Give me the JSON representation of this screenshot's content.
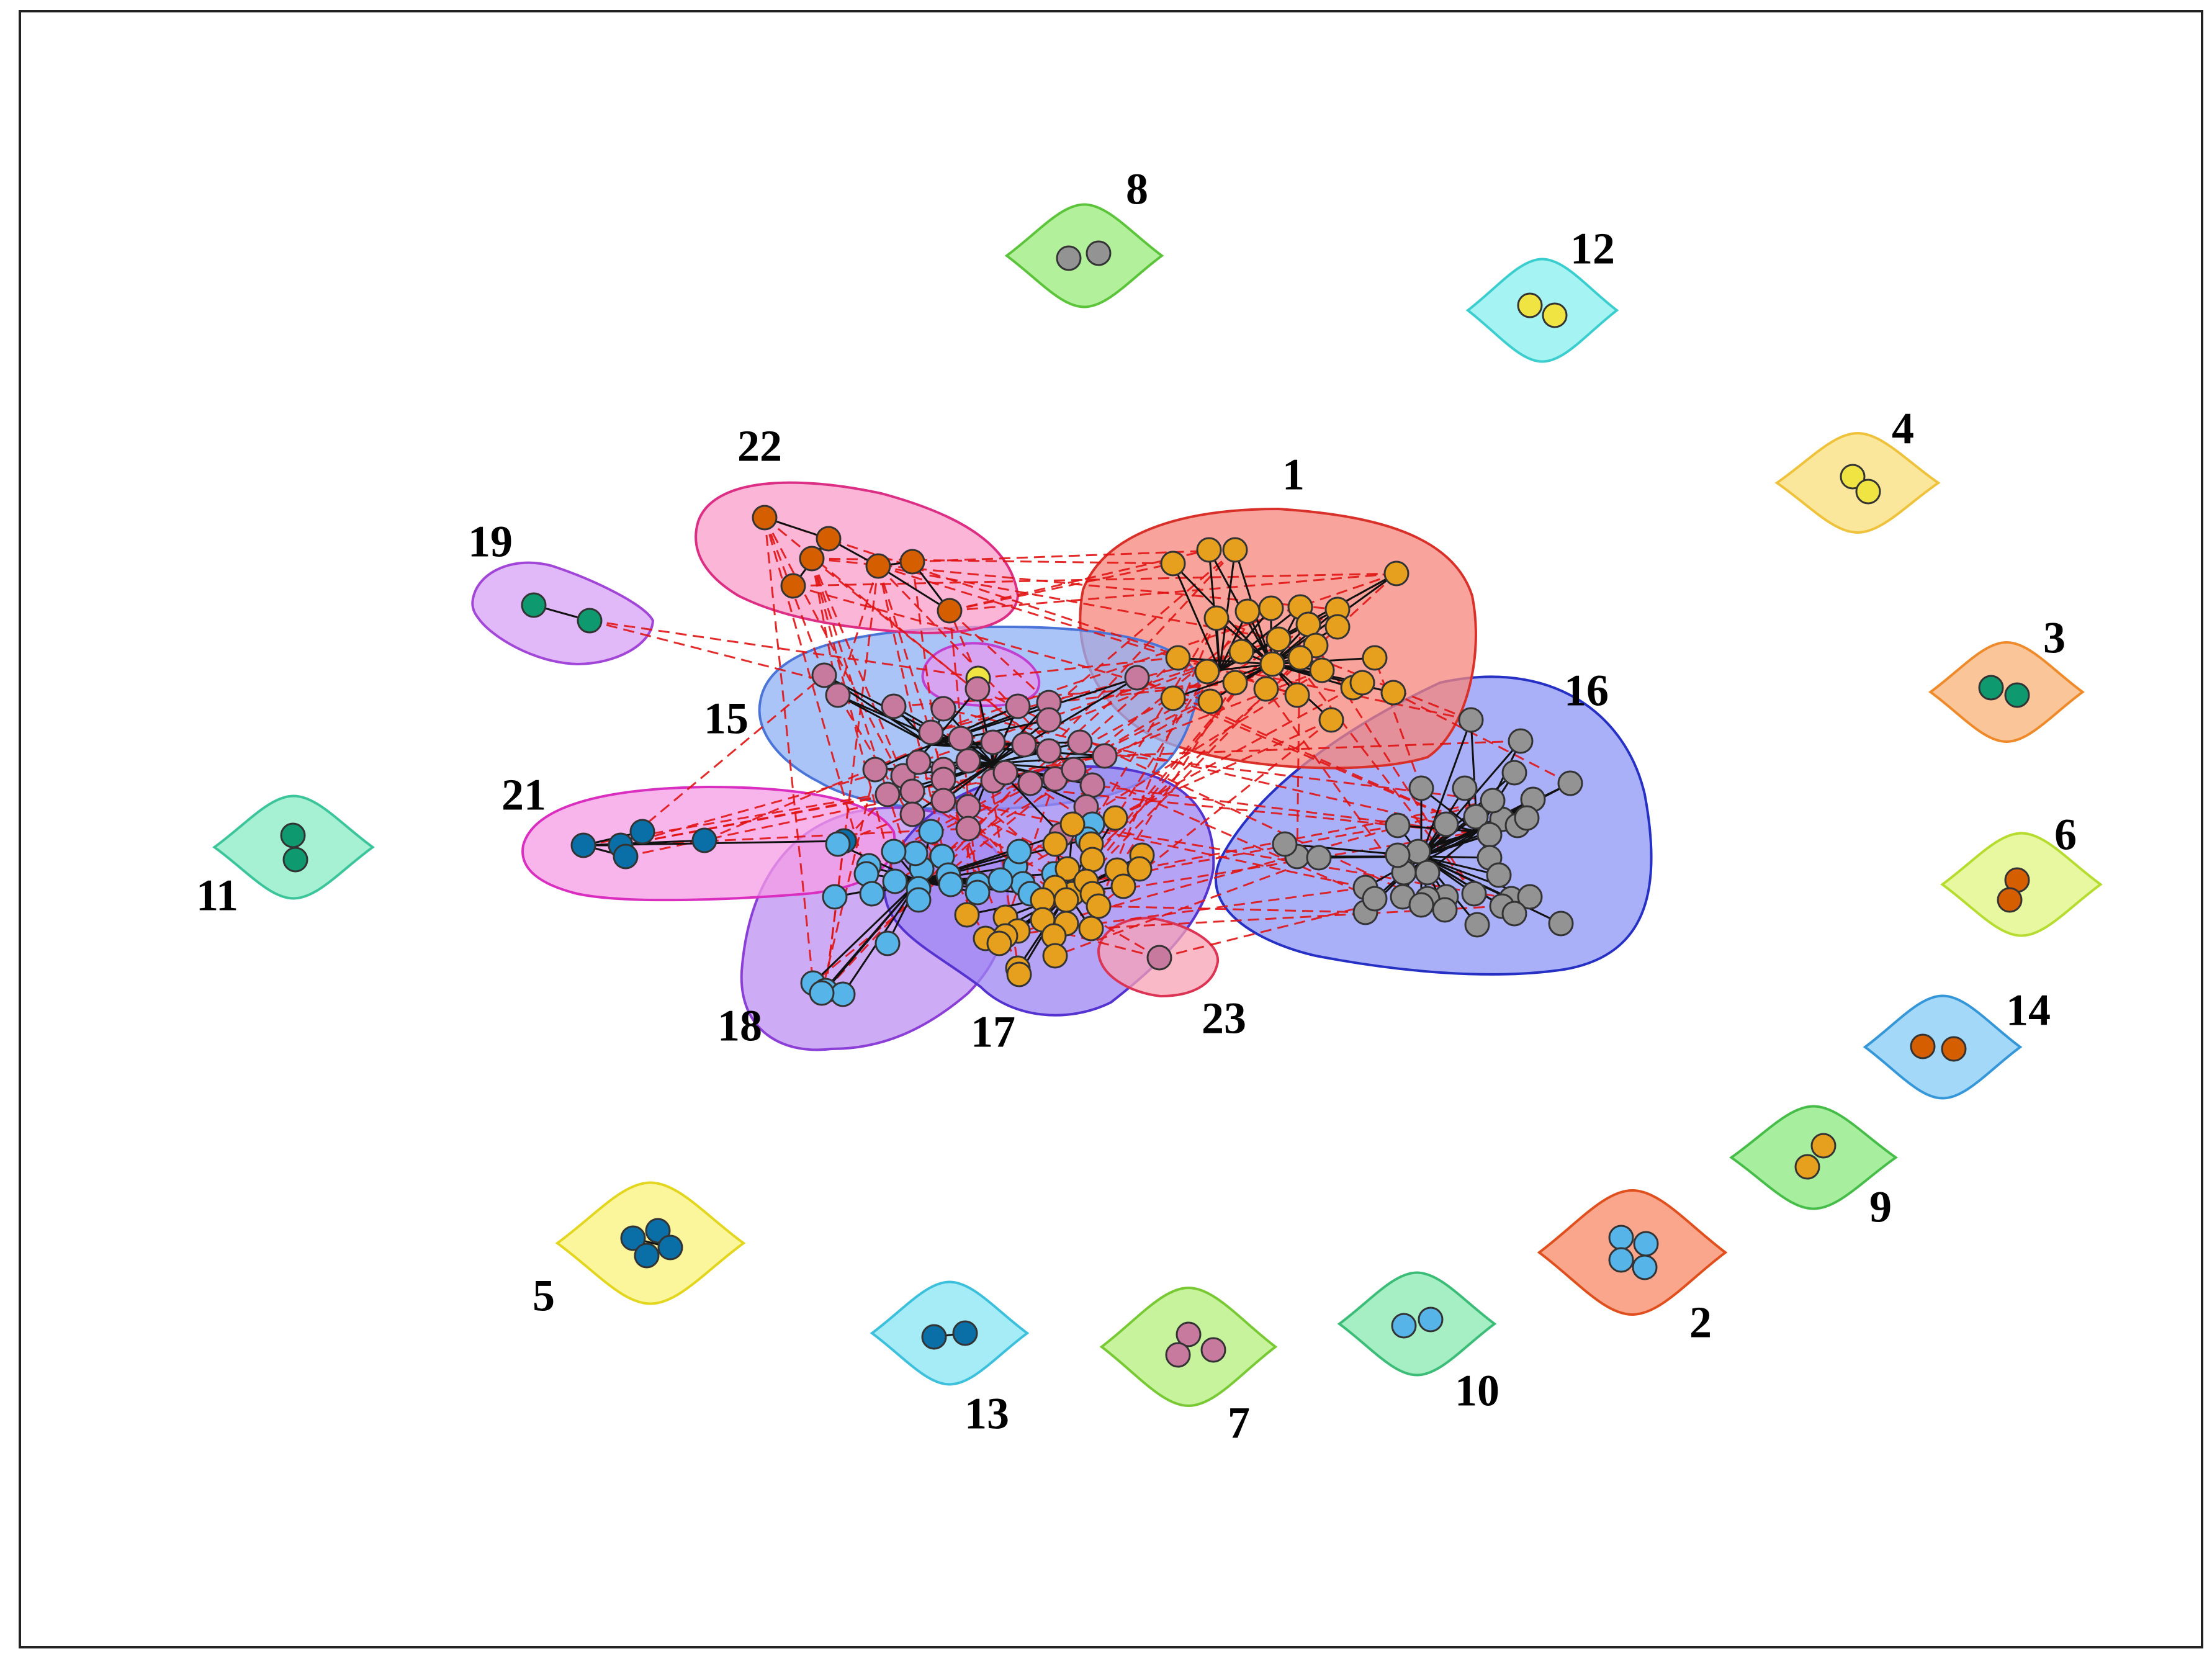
{
  "palette": {
    "gold": "#e6a01e",
    "grey": "#939393",
    "mauve": "#c8799e",
    "sky": "#56b4e9",
    "navy": "#0a6fa6",
    "vermillion": "#d55e00",
    "teal": "#0e9a6e",
    "yellow": "#f0e442",
    "edge_intra": "#111111",
    "edge_inter": "#e01414"
  },
  "clusters": [
    {
      "id": "1",
      "label": "1",
      "fill": "#f5857b",
      "stroke": "#d9302a",
      "members": 28,
      "node_color": "gold"
    },
    {
      "id": "2",
      "label": "2",
      "fill": "#f9a68c",
      "stroke": "#e0501f",
      "members": 4,
      "node_color": "sky"
    },
    {
      "id": "3",
      "label": "3",
      "fill": "#fbc59a",
      "stroke": "#ee8a2a",
      "members": 2,
      "node_color": "teal"
    },
    {
      "id": "4",
      "label": "4",
      "fill": "#fbe79c",
      "stroke": "#eec23a",
      "members": 2,
      "node_color": "yellow"
    },
    {
      "id": "5",
      "label": "5",
      "fill": "#fbf59c",
      "stroke": "#e2d61e",
      "members": 4,
      "node_color": "navy"
    },
    {
      "id": "6",
      "label": "6",
      "fill": "#e8f8a0",
      "stroke": "#b6dc30",
      "members": 2,
      "node_color": "vermillion"
    },
    {
      "id": "7",
      "label": "7",
      "fill": "#c6f39c",
      "stroke": "#78c934",
      "members": 3,
      "node_color": "mauve"
    },
    {
      "id": "8",
      "label": "8",
      "fill": "#b3f09c",
      "stroke": "#5cc43a",
      "members": 2,
      "node_color": "grey"
    },
    {
      "id": "9",
      "label": "9",
      "fill": "#a8ee9f",
      "stroke": "#46bd48",
      "members": 2,
      "node_color": "gold"
    },
    {
      "id": "10",
      "label": "10",
      "fill": "#a6efc4",
      "stroke": "#3bbd78",
      "members": 2,
      "node_color": "sky"
    },
    {
      "id": "11",
      "label": "11",
      "fill": "#a6f1d4",
      "stroke": "#3cc49a",
      "members": 2,
      "node_color": "teal"
    },
    {
      "id": "12",
      "label": "12",
      "fill": "#a6f3f3",
      "stroke": "#3ccece",
      "members": 2,
      "node_color": "yellow"
    },
    {
      "id": "13",
      "label": "13",
      "fill": "#a6ecf6",
      "stroke": "#3cc0dc",
      "members": 2,
      "node_color": "navy"
    },
    {
      "id": "14",
      "label": "14",
      "fill": "#a3d8f8",
      "stroke": "#3596d8",
      "members": 2,
      "node_color": "vermillion"
    },
    {
      "id": "15",
      "label": "15",
      "fill": "#8fb0f5",
      "stroke": "#4a74d8",
      "members": 22,
      "node_color": "mauve"
    },
    {
      "id": "16",
      "label": "16",
      "fill": "#8e95f4",
      "stroke": "#2630c4",
      "members": 26,
      "node_color": "grey"
    },
    {
      "id": "17",
      "label": "17",
      "fill": "#9c84f2",
      "stroke": "#5533d0",
      "members": 20,
      "node_color": "gold"
    },
    {
      "id": "18",
      "label": "18",
      "fill": "#bd8ff2",
      "stroke": "#8b3fd6",
      "members": 20,
      "node_color": "sky"
    },
    {
      "id": "19",
      "label": "19",
      "fill": "#d8a2f6",
      "stroke": "#a246d8",
      "members": 2,
      "node_color": "teal"
    },
    {
      "id": "20",
      "label": "",
      "fill": "#e59af0",
      "stroke": "#c03ed0",
      "members": 1,
      "node_color": "yellow"
    },
    {
      "id": "21",
      "label": "21",
      "fill": "#f59ce6",
      "stroke": "#d92ec0",
      "members": 6,
      "node_color": "navy"
    },
    {
      "id": "22",
      "label": "22",
      "fill": "#f99cc8",
      "stroke": "#dc2e84",
      "members": 7,
      "node_color": "vermillion"
    },
    {
      "id": "23",
      "label": "23",
      "fill": "#f8a2b4",
      "stroke": "#dc3454",
      "members": 1,
      "node_color": "mauve"
    }
  ]
}
